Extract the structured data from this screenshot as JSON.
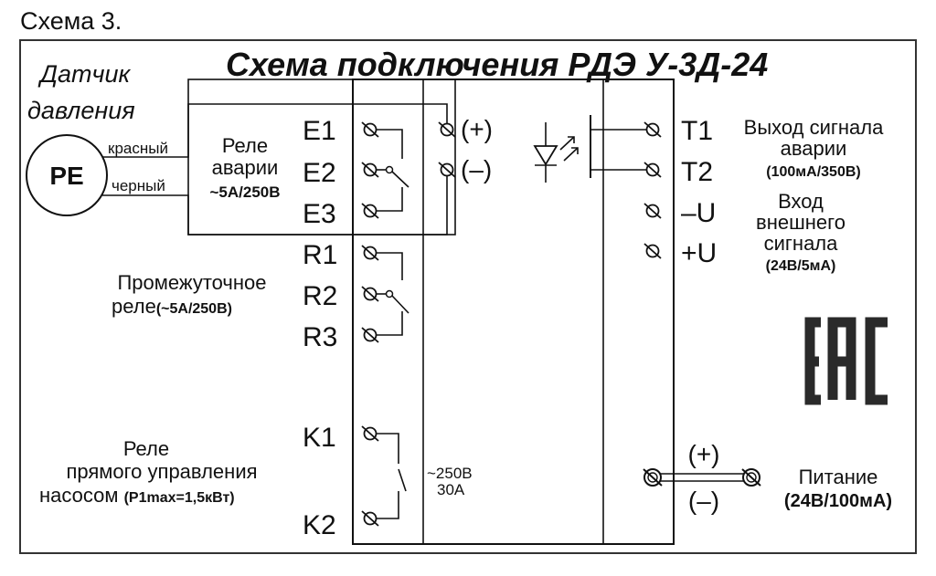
{
  "caption": "Схема 3.",
  "title": "Схема подключения РДЭ У-3Д-24",
  "sensor": {
    "title_line1": "Датчик",
    "title_line2": "давления",
    "symbol": "PE",
    "wire_red": "красный",
    "wire_black": "черный",
    "terminal_plus": "(+)",
    "terminal_minus": "(–)"
  },
  "alarm_relay": {
    "label_line1": "Реле",
    "label_line2": "аварии",
    "rating": "~5A/250B",
    "terminals": [
      "E1",
      "E2",
      "E3"
    ]
  },
  "intermediate_relay": {
    "label_line1": "Промежуточное",
    "label_line2": "реле",
    "rating": "(~5A/250B)",
    "terminals": [
      "R1",
      "R2",
      "R3"
    ]
  },
  "pump_relay": {
    "label_line1": "Реле",
    "label_line2": "прямого управления",
    "label_line3": "насосом ",
    "rating": "(P1max=1,5кВт)",
    "terminals": [
      "K1",
      "K2"
    ],
    "contact_rating_line1": "~250В",
    "contact_rating_line2": "30А"
  },
  "alarm_output": {
    "terminals": [
      "T1",
      "T2"
    ],
    "label_line1": "Выход сигнала",
    "label_line2": "аварии",
    "rating": "(100мА/350В)"
  },
  "external_input": {
    "terminals": [
      "–U",
      "+U"
    ],
    "label_line1": "Вход",
    "label_line2": "внешнего",
    "label_line3": "сигнала",
    "rating": "(24В/5мА)"
  },
  "power": {
    "plus": "(+)",
    "minus": "(–)",
    "label": "Питание",
    "rating": "(24В/100мА)"
  },
  "certification_mark": "EAC",
  "icons": [
    "screw-terminal-icon",
    "relay-contact-icon",
    "optocoupler-icon",
    "eac-mark-icon"
  ]
}
